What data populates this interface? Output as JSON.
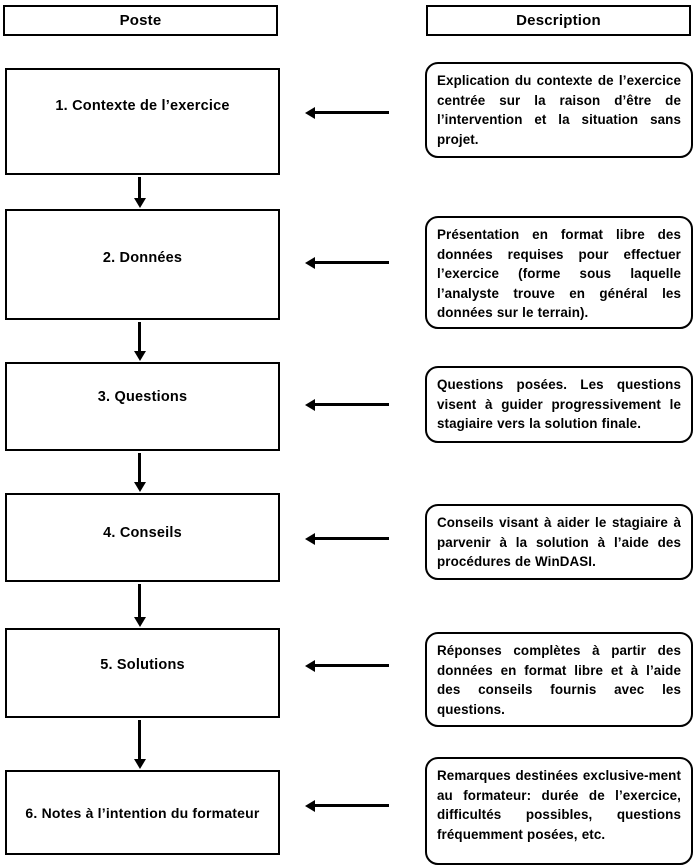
{
  "headers": {
    "left": "Poste",
    "right": "Description"
  },
  "rows": [
    {
      "stage": "1.  Contexte de l’exercice",
      "description": "Explication du contexte de l’exercice centrée sur la raison d’être de l’intervention et la situation sans projet."
    },
    {
      "stage": "2.  Données",
      "description": "Présentation en format libre des données requises pour effectuer l’exercice (forme sous laquelle l’analyste trouve en général les données sur le terrain)."
    },
    {
      "stage": "3.  Questions",
      "description": "Questions posées. Les questions visent à guider progressivement le stagiaire vers la solution finale."
    },
    {
      "stage": "4.  Conseils",
      "description": "Conseils visant à aider le stagiaire à parvenir à la solution à l’aide des procédures de WinDASI."
    },
    {
      "stage": "5.  Solutions",
      "description": "Réponses complètes à partir des données en format libre et à l’aide des conseils fournis avec les questions."
    },
    {
      "stage": "6.  Notes à l’intention du formateur",
      "description": "Remarques destinées exclusive-ment au formateur: durée de l’exercice, difficultés possibles, questions fréquemment posées, etc."
    }
  ],
  "connectors": {
    "horizontal_arrow_direction": "left",
    "vertical_arrow_direction": "down",
    "line_color": "#000000"
  },
  "colors": {
    "background": "#ffffff",
    "stroke": "#000000",
    "text": "#000000"
  }
}
